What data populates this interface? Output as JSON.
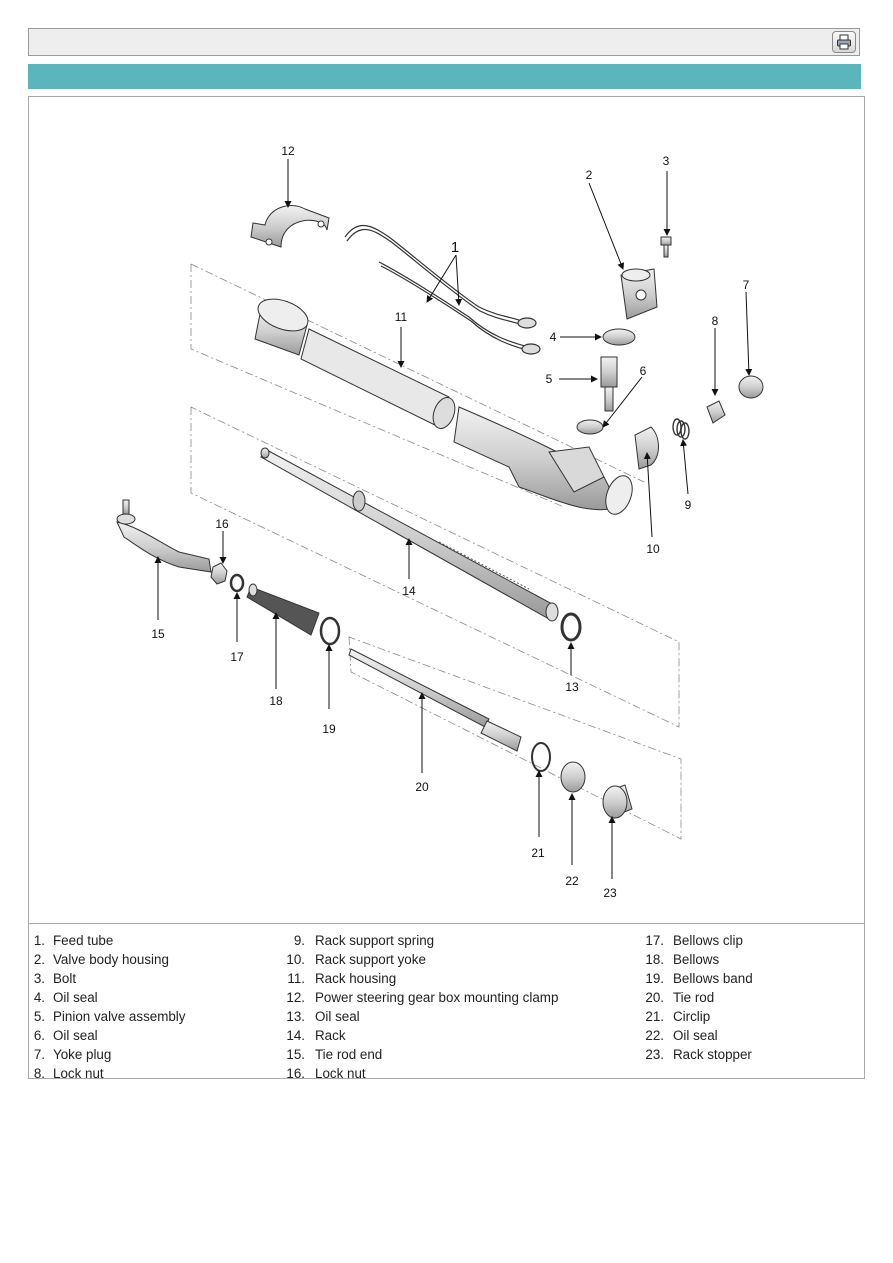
{
  "colors": {
    "banner": "#5ab5bc",
    "toolbar_bg": "#eeeeee"
  },
  "toolbar": {
    "print_icon": "print-icon"
  },
  "diagram": {
    "callouts": {
      "c1": "1",
      "c2": "2",
      "c3": "3",
      "c4": "4",
      "c5": "5",
      "c6": "6",
      "c7": "7",
      "c8": "8",
      "c9": "9",
      "c10": "10",
      "c11": "11",
      "c12": "12",
      "c13": "13",
      "c14": "14",
      "c15": "15",
      "c16": "16",
      "c17": "17",
      "c18": "18",
      "c19": "19",
      "c20": "20",
      "c21": "21",
      "c22": "22",
      "c23": "23"
    }
  },
  "legend": {
    "col1": [
      {
        "num": "1.",
        "text": "Feed tube"
      },
      {
        "num": "2.",
        "text": "Valve body housing"
      },
      {
        "num": "3.",
        "text": "Bolt"
      },
      {
        "num": "4.",
        "text": "Oil seal"
      },
      {
        "num": "5.",
        "text": "Pinion valve assembly"
      },
      {
        "num": "6.",
        "text": "Oil seal"
      },
      {
        "num": "7.",
        "text": "Yoke plug"
      },
      {
        "num": "8.",
        "text": "Lock nut"
      }
    ],
    "col2": [
      {
        "num": "9.",
        "text": "Rack support spring"
      },
      {
        "num": "10.",
        "text": "Rack support yoke"
      },
      {
        "num": "11.",
        "text": "Rack housing"
      },
      {
        "num": "12.",
        "text": "Power steering gear box mounting clamp"
      },
      {
        "num": "13.",
        "text": "Oil seal"
      },
      {
        "num": "14.",
        "text": "Rack"
      },
      {
        "num": "15.",
        "text": "Tie rod end"
      },
      {
        "num": "16.",
        "text": "Lock nut"
      }
    ],
    "col3": [
      {
        "num": "17.",
        "text": "Bellows clip"
      },
      {
        "num": "18.",
        "text": "Bellows"
      },
      {
        "num": "19.",
        "text": "Bellows band"
      },
      {
        "num": "20.",
        "text": "Tie rod"
      },
      {
        "num": "21.",
        "text": "Circlip"
      },
      {
        "num": "22.",
        "text": "Oil seal"
      },
      {
        "num": "23.",
        "text": "Rack stopper"
      }
    ]
  }
}
